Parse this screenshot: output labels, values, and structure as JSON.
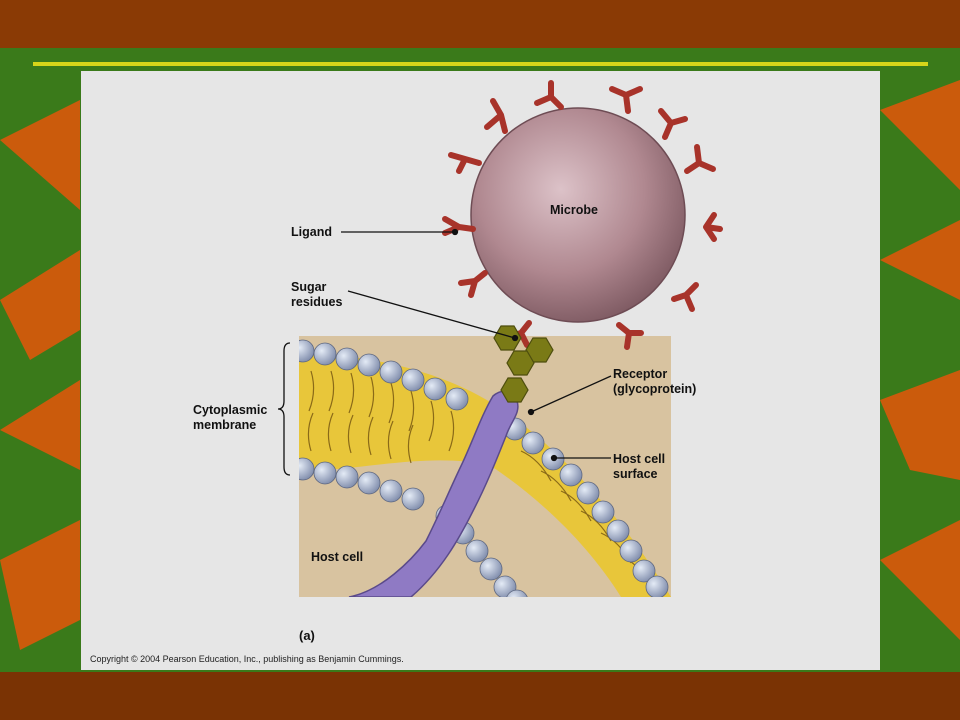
{
  "slide": {
    "colors": {
      "top_bar": "#8a3a05",
      "bottom_bar": "#7a3304",
      "rule_line": "#d6d51a",
      "leaf_orange": "#d35a0c",
      "background_green": "#3a7a1a"
    }
  },
  "figure": {
    "labels": {
      "microbe": "Microbe",
      "ligand": "Ligand",
      "sugar_residues": "Sugar\nresidues",
      "cytoplasmic_membrane": "Cytoplasmic\nmembrane",
      "receptor": "Receptor\n(glycoprotein)",
      "host_cell_surface": "Host cell\nsurface",
      "host_cell": "Host cell",
      "panel_letter": "(a)"
    },
    "copyright": "Copyright © 2004 Pearson Education, Inc., publishing as Benjamin Cummings.",
    "colors": {
      "microbe": "#b58e96",
      "ligand": "#a8332a",
      "sugar": "#7a7a16",
      "receptor": "#8f7ac4",
      "membrane_yellow": "#e8c63a",
      "phospholipid_head": "#9aa6c2",
      "cytoplasm": "#d8c3a0"
    }
  }
}
